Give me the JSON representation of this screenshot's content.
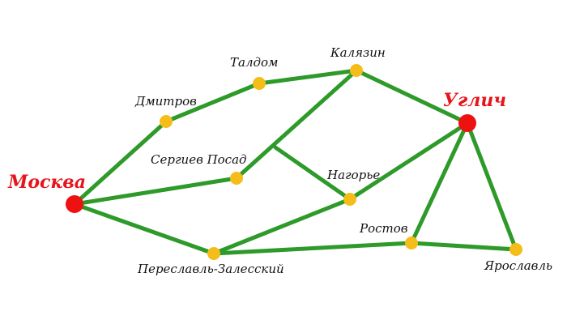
{
  "colors": {
    "road": "#2e9a2a",
    "minor_town": "#f4bd1a",
    "major_town": "#ee1111",
    "major_label": "#e8141b"
  },
  "towns": {
    "moskva": {
      "label": "Москва"
    },
    "uglich": {
      "label": "Углич"
    },
    "dmitrov": {
      "label": "Дмитров"
    },
    "taldom": {
      "label": "Талдом"
    },
    "kalyazin": {
      "label": "Калязин"
    },
    "sergiev": {
      "label": "Сергиев Посад"
    },
    "nagorye": {
      "label": "Нагорье"
    },
    "rostov": {
      "label": "Ростов"
    },
    "pereslavl": {
      "label": "Переславль-Залесский"
    },
    "yaroslavl": {
      "label": "Ярославль"
    }
  },
  "roads": [
    [
      "moskva",
      "dmitrov"
    ],
    [
      "dmitrov",
      "taldom"
    ],
    [
      "taldom",
      "kalyazin"
    ],
    [
      "kalyazin",
      "uglich"
    ],
    [
      "moskva",
      "sergiev"
    ],
    [
      "moskva",
      "pereslavl"
    ],
    [
      "pereslavl",
      "nagorye"
    ],
    [
      "pereslavl",
      "rostov"
    ],
    [
      "nagorye",
      "uglich"
    ],
    [
      "uglich",
      "rostov"
    ],
    [
      "uglich",
      "yaroslavl"
    ],
    [
      "rostov",
      "yaroslavl"
    ],
    [
      "sergiev",
      "kalyazin"
    ],
    [
      "junction",
      "nagorye"
    ]
  ]
}
